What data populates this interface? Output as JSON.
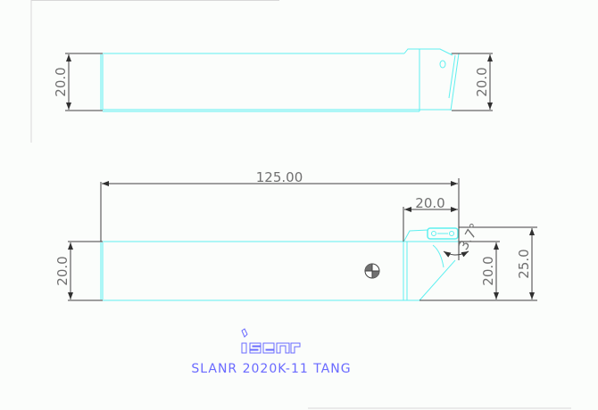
{
  "drawing": {
    "title": "SLANR 2020K-11 TANG",
    "logo_text": "iscar",
    "colors": {
      "outline": "#5ff0f0",
      "dimension": "#404040",
      "dimension_text": "#707070",
      "title": "#6a6aff",
      "background": "#fbfdfb"
    },
    "top_view": {
      "left_height": "20.0",
      "right_height": "20.0"
    },
    "side_view": {
      "overall_length": "125.00",
      "head_length": "20.0",
      "left_height": "20.0",
      "right_height": "20.0",
      "total_height": "25.0",
      "angle": "3.7°"
    }
  }
}
